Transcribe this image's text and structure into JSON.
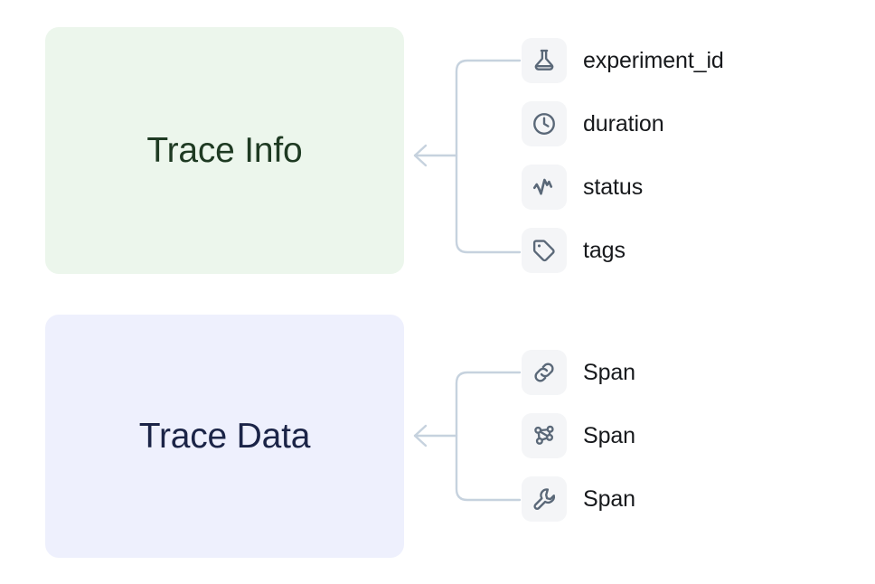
{
  "diagram": {
    "title": "Trace structure diagram",
    "background_color": "#ffffff",
    "connector_color": "#c6d2de"
  },
  "groups": [
    {
      "id": "trace-info",
      "label": "Trace Info",
      "fill_color": "#ecf6ec",
      "text_color": "#1e3a22",
      "items": [
        {
          "icon": "flask-icon",
          "label": "experiment_id"
        },
        {
          "icon": "clock-icon",
          "label": "duration"
        },
        {
          "icon": "activity-icon",
          "label": "status"
        },
        {
          "icon": "tag-icon",
          "label": "tags"
        }
      ]
    },
    {
      "id": "trace-data",
      "label": "Trace Data",
      "fill_color": "#eef0fd",
      "text_color": "#1b2447",
      "items": [
        {
          "icon": "link-icon",
          "label": "Span"
        },
        {
          "icon": "network-icon",
          "label": "Span"
        },
        {
          "icon": "wrench-icon",
          "label": "Span"
        }
      ]
    }
  ],
  "icon_style": {
    "tile_background": "#f4f5f7",
    "stroke_color": "#5a6878"
  }
}
